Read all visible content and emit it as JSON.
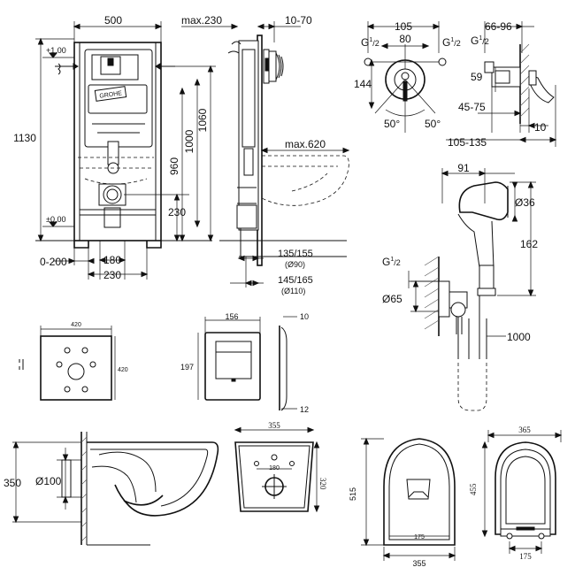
{
  "frame": {
    "width_500": "500",
    "max_230": "max.230",
    "range_10_70": "10-70",
    "level_100": "+1,00",
    "height_1130": "1130",
    "height_1060": "1060",
    "height_1000": "1000",
    "height_960": "960",
    "max_620": "max.620",
    "dim_230_side": "230",
    "level_000": "±0,00",
    "range_0_200": "0-200",
    "dim_180": "180",
    "dim_230_bottom": "230",
    "range_135_155": "135/155",
    "pipe_90": "(Ø90)",
    "range_145_165": "145/165",
    "pipe_110": "(Ø110)",
    "brand_plate": "GROHE"
  },
  "mixer": {
    "dim_105": "105",
    "dim_80": "80",
    "g_left": "G",
    "g_left_sup": "1",
    "g_left_sub": "/2",
    "g_right": "G",
    "g_right_sup": "1",
    "g_right_sub": "/2",
    "dim_144": "144",
    "angle_left": "50°",
    "angle_right": "50°",
    "range_66_96": "66-96",
    "g_side": "G",
    "g_side_sup": "1",
    "g_side_sub": "/2",
    "dim_59": "59",
    "range_45_75": "45-75",
    "dim_10": "10",
    "range_105_135": "105-135"
  },
  "shower": {
    "dim_91": "91",
    "dia_36": "Ø36",
    "dim_162": "162",
    "g_wall": "G",
    "g_wall_sup": "1",
    "g_wall_sub": "/2",
    "dia_65": "Ø65",
    "hose_1000": "1000"
  },
  "soundmat": {
    "width_420": "420",
    "height_420": "420"
  },
  "plate": {
    "width_156": "156",
    "height_197": "197",
    "depth_10": "10",
    "depth_12": "12"
  },
  "bowl_side": {
    "height_350": "350",
    "outlet_100": "Ø100"
  },
  "bowl_top": {
    "width_355": "355",
    "depth_320": "320",
    "holes_180": "180"
  },
  "bowl_plan": {
    "depth_515": "515",
    "width_355": "355",
    "holes_175": "175"
  },
  "seat": {
    "width_365": "365",
    "depth_455": "455",
    "hinge_175": "175"
  }
}
